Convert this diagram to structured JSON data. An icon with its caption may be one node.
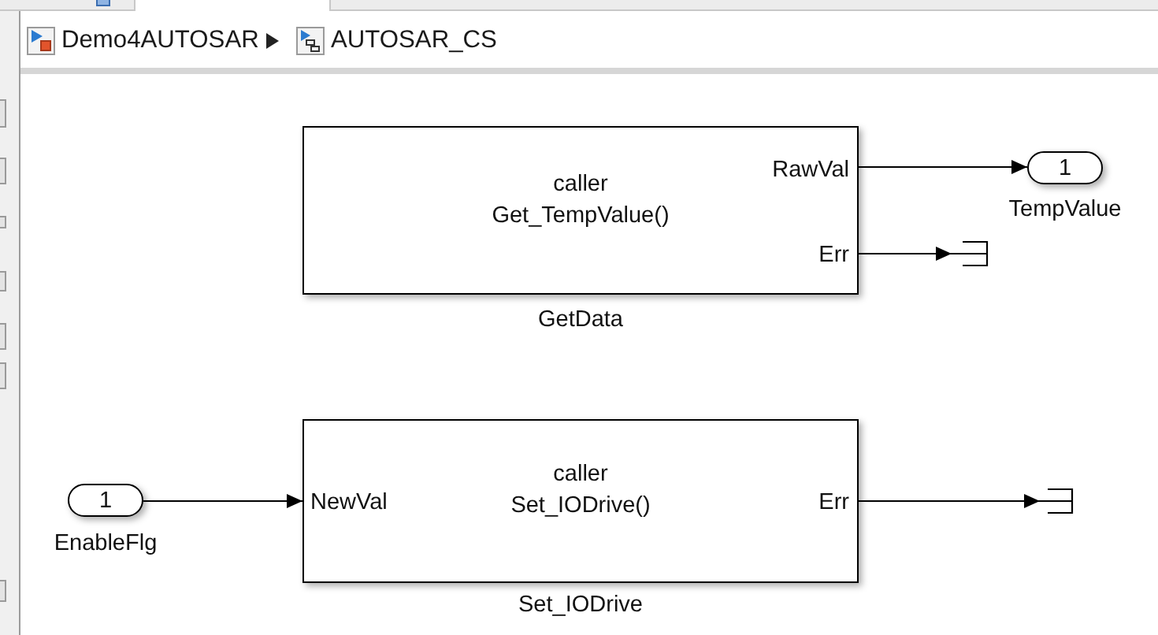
{
  "diagram": {
    "nodes": [
      {
        "text": [
          "caller Get_TempValue()",
          "RawVal",
          "Err"
        ],
        "beside": [
          "GetData"
        ]
      },
      {
        "text": [
          "1"
        ],
        "beside": [
          "TempValue"
        ]
      },
      {
        "text": [],
        "shape": "bracket"
      },
      {
        "text": [
          "1"
        ],
        "beside": [
          "EnableFlg"
        ]
      },
      {
        "text": [
          "NewVal",
          "caller Set_IODrive()",
          "Err"
        ],
        "beside": [
          "Set_IODrive"
        ]
      },
      {
        "text": [],
        "shape": "bracket"
      }
    ],
    "edges": [
      {
        "from": 0,
        "to": 1,
        "arrow": "to"
      },
      {
        "from": 0,
        "to": 2,
        "arrow": "to"
      },
      {
        "from": 3,
        "to": 4,
        "arrow": "to"
      },
      {
        "from": 4,
        "to": 5,
        "arrow": "to"
      }
    ],
    "labels": [
      "Demo4AUTOSAR",
      "AUTOSAR_CS"
    ]
  }
}
